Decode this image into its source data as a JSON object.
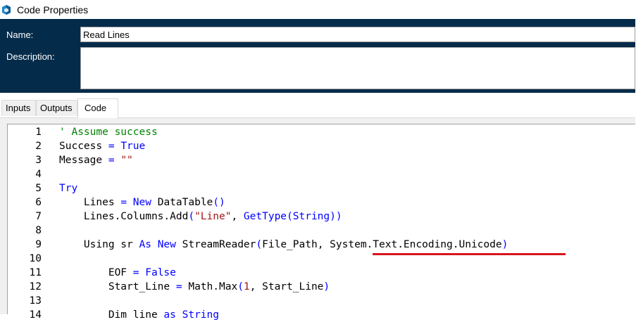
{
  "window": {
    "title": "Code Properties"
  },
  "properties": {
    "name_label": "Name:",
    "name_value": "Read Lines",
    "description_label": "Description:",
    "description_value": ""
  },
  "tabs": [
    {
      "label": "Inputs",
      "active": false
    },
    {
      "label": "Outputs",
      "active": false
    },
    {
      "label": "Code",
      "active": true
    }
  ],
  "editor": {
    "lines": [
      {
        "num": "1",
        "tokens": [
          {
            "t": "' Assume success",
            "c": "cm"
          }
        ]
      },
      {
        "num": "2",
        "tokens": [
          {
            "t": "Success ",
            "c": "id"
          },
          {
            "t": "= ",
            "c": "kw"
          },
          {
            "t": "True",
            "c": "kw"
          }
        ]
      },
      {
        "num": "3",
        "tokens": [
          {
            "t": "Message ",
            "c": "id"
          },
          {
            "t": "= ",
            "c": "kw"
          },
          {
            "t": "\"\"",
            "c": "st"
          }
        ]
      },
      {
        "num": "4",
        "tokens": []
      },
      {
        "num": "5",
        "tokens": [
          {
            "t": "Try",
            "c": "kw"
          }
        ]
      },
      {
        "num": "6",
        "tokens": [
          {
            "t": "    Lines ",
            "c": "id"
          },
          {
            "t": "= ",
            "c": "kw"
          },
          {
            "t": "New",
            "c": "kw"
          },
          {
            "t": " DataTable",
            "c": "id"
          },
          {
            "t": "()",
            "c": "kw"
          }
        ]
      },
      {
        "num": "7",
        "tokens": [
          {
            "t": "    Lines.Columns.Add",
            "c": "id"
          },
          {
            "t": "(",
            "c": "kw"
          },
          {
            "t": "\"Line\"",
            "c": "st"
          },
          {
            "t": ", ",
            "c": "id"
          },
          {
            "t": "GetType",
            "c": "kw"
          },
          {
            "t": "(",
            "c": "kw"
          },
          {
            "t": "String",
            "c": "kw"
          },
          {
            "t": "))",
            "c": "kw"
          }
        ]
      },
      {
        "num": "8",
        "tokens": []
      },
      {
        "num": "9",
        "tokens": [
          {
            "t": "    Using sr ",
            "c": "id"
          },
          {
            "t": "As",
            "c": "kw"
          },
          {
            "t": " ",
            "c": "id"
          },
          {
            "t": "New",
            "c": "kw"
          },
          {
            "t": " StreamReader",
            "c": "id"
          },
          {
            "t": "(",
            "c": "kw"
          },
          {
            "t": "File_Path, System.Text.Encoding.Unicode",
            "c": "id"
          },
          {
            "t": ")",
            "c": "kw"
          }
        ]
      },
      {
        "num": "10",
        "tokens": []
      },
      {
        "num": "11",
        "tokens": [
          {
            "t": "        EOF ",
            "c": "id"
          },
          {
            "t": "= ",
            "c": "kw"
          },
          {
            "t": "False",
            "c": "kw"
          }
        ]
      },
      {
        "num": "12",
        "tokens": [
          {
            "t": "        Start_Line ",
            "c": "id"
          },
          {
            "t": "= ",
            "c": "kw"
          },
          {
            "t": "Math.Max",
            "c": "id"
          },
          {
            "t": "(",
            "c": "kw"
          },
          {
            "t": "1",
            "c": "st"
          },
          {
            "t": ", Start_Line",
            "c": "id"
          },
          {
            "t": ")",
            "c": "kw"
          }
        ]
      },
      {
        "num": "13",
        "tokens": []
      },
      {
        "num": "14",
        "tokens": [
          {
            "t": "        Dim line ",
            "c": "id"
          },
          {
            "t": "as",
            "c": "kw"
          },
          {
            "t": " String",
            "c": "kw"
          }
        ]
      }
    ]
  },
  "colors": {
    "header_bg": "#052b4a",
    "keyword": "#0000ff",
    "comment": "#008000",
    "string": "#a31515",
    "annotation_underline": "#d9141c"
  },
  "icons": {
    "app": "code-stage-icon"
  }
}
